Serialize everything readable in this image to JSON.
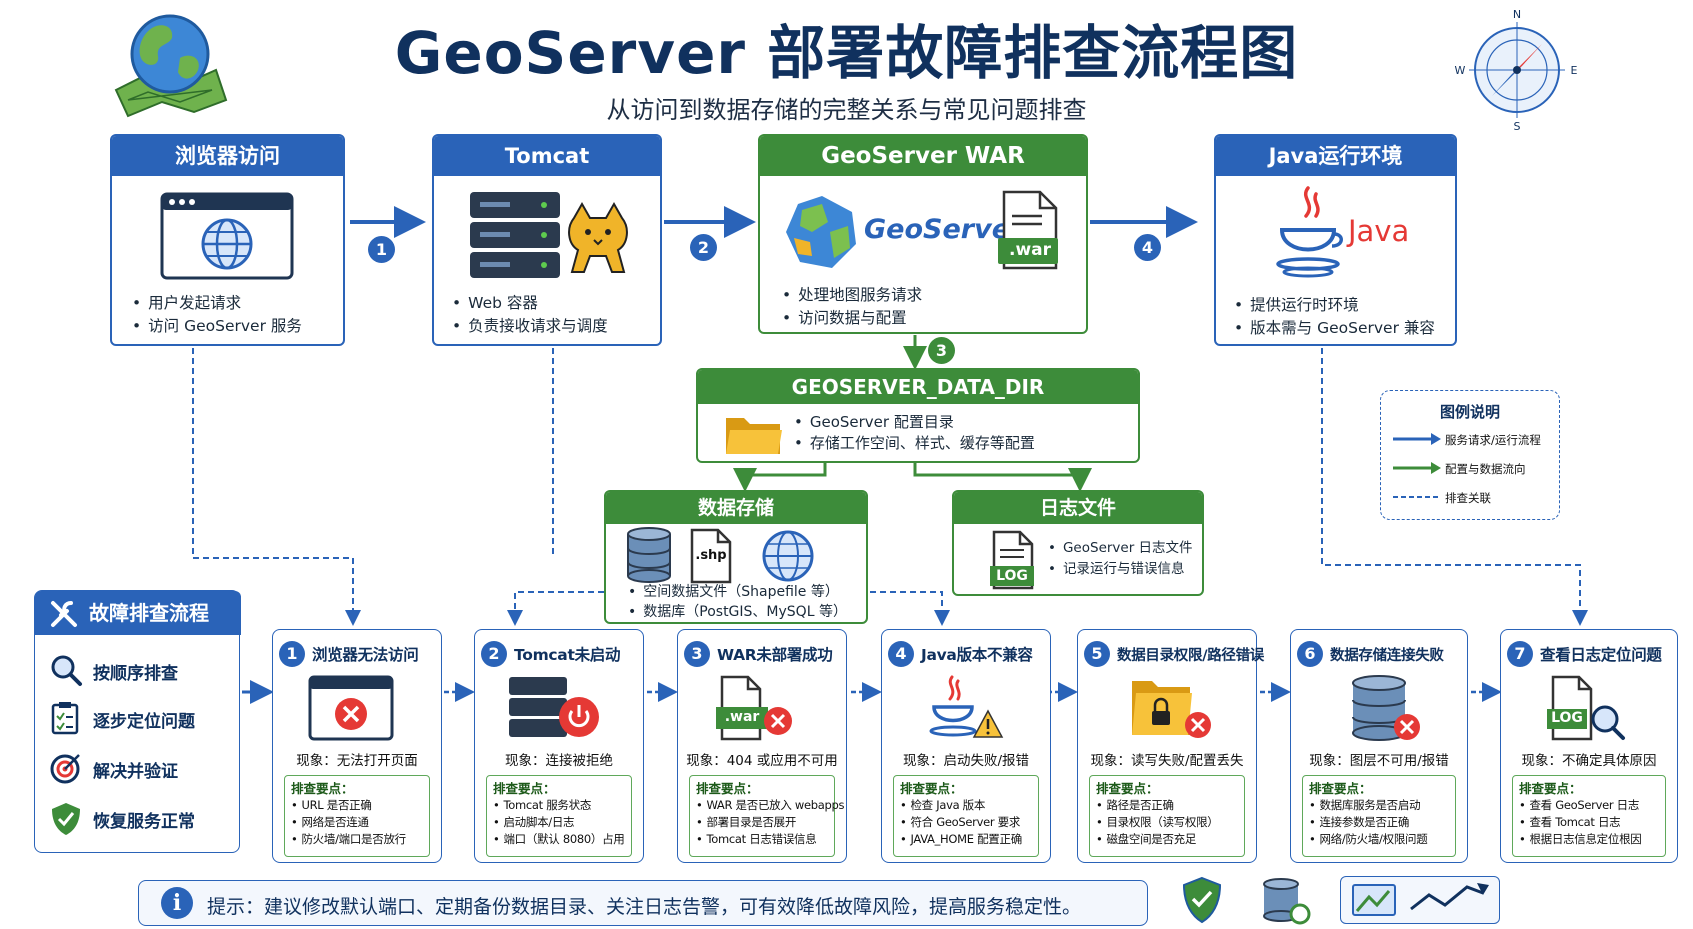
{
  "title": "GeoServer 部署故障排查流程图",
  "subtitle": "从访问到数据存储的完整关系与常见问题排查",
  "compass": {
    "n": "N",
    "s": "S",
    "e": "E",
    "w": "W"
  },
  "top_boxes": [
    {
      "title": "浏览器访问",
      "bullets": [
        "用户发起请求",
        "访问 GeoServer 服务"
      ]
    },
    {
      "title": "Tomcat",
      "bullets": [
        "Web 容器",
        "负责接收请求与调度"
      ]
    },
    {
      "title": "GeoServer WAR",
      "logo_text": "GeoServer",
      "war_label": ".war",
      "bullets": [
        "处理地图服务请求",
        "访问数据与配置"
      ]
    },
    {
      "title": "Java运行环境",
      "logo_text": "Java",
      "bullets": [
        "提供运行时环境",
        "版本需与 GeoServer 兼容"
      ]
    }
  ],
  "arrow_numbers": [
    "1",
    "2",
    "4",
    "3"
  ],
  "data_dir": {
    "title": "GEOSERVER_DATA_DIR",
    "bullets": [
      "GeoServer 配置目录",
      "存储工作空间、样式、缓存等配置"
    ]
  },
  "data_store": {
    "title": "数据存储",
    "shp_label": ".shp",
    "bullets": [
      "空间数据文件（Shapefile 等）",
      "数据库（PostGIS、MySQL 等）"
    ]
  },
  "log_files": {
    "title": "日志文件",
    "log_label": "LOG",
    "bullets": [
      "GeoServer 日志文件",
      "记录运行与错误信息"
    ]
  },
  "legend": {
    "title": "图例说明",
    "items": [
      "服务请求/运行流程",
      "配置与数据流向",
      "排查关联"
    ]
  },
  "flow": {
    "title": "故障排查流程",
    "items": [
      "按顺序排查",
      "逐步定位问题",
      "解决并验证",
      "恢复服务正常"
    ]
  },
  "steps": [
    {
      "num": "1",
      "title": "浏览器无法访问",
      "phenomenon": "现象：无法打开页面",
      "check_title": "排查要点：",
      "checks": [
        "URL 是否正确",
        "网络是否连通",
        "防火墙/端口是否放行"
      ]
    },
    {
      "num": "2",
      "title": "Tomcat未启动",
      "phenomenon": "现象：连接被拒绝",
      "check_title": "排查要点：",
      "checks": [
        "Tomcat 服务状态",
        "启动脚本/日志",
        "端口（默认 8080）占用"
      ]
    },
    {
      "num": "3",
      "title": "WAR未部署成功",
      "war_label": ".war",
      "phenomenon": "现象：404 或应用不可用",
      "check_title": "排查要点：",
      "checks": [
        "WAR 是否已放入 webapps",
        "部署目录是否展开",
        "Tomcat 日志错误信息"
      ]
    },
    {
      "num": "4",
      "title": "Java版本不兼容",
      "phenomenon": "现象：启动失败/报错",
      "check_title": "排查要点：",
      "checks": [
        "检查 Java 版本",
        "符合 GeoServer 要求",
        "JAVA_HOME 配置正确"
      ]
    },
    {
      "num": "5",
      "title": "数据目录权限/路径错误",
      "phenomenon": "现象：读写失败/配置丢失",
      "check_title": "排查要点：",
      "checks": [
        "路径是否正确",
        "目录权限（读写权限）",
        "磁盘空间是否充足"
      ]
    },
    {
      "num": "6",
      "title": "数据存储连接失败",
      "phenomenon": "现象：图层不可用/报错",
      "check_title": "排查要点：",
      "checks": [
        "数据库服务是否启动",
        "连接参数是否正确",
        "网络/防火墙/权限问题"
      ]
    },
    {
      "num": "7",
      "title": "查看日志定位问题",
      "log_label": "LOG",
      "phenomenon": "现象：不确定具体原因",
      "check_title": "排查要点：",
      "checks": [
        "查看 GeoServer 日志",
        "查看 Tomcat 日志",
        "根据日志信息定位根因"
      ]
    }
  ],
  "tip": {
    "icon": "i",
    "text": "提示：建议修改默认端口、定期备份数据目录、关注日志告警，可有效降低故障风险，提高服务稳定性。"
  },
  "colors": {
    "blue": "#2a63b8",
    "green": "#3d8c3a",
    "navy": "#10315e",
    "red": "#e53935"
  }
}
